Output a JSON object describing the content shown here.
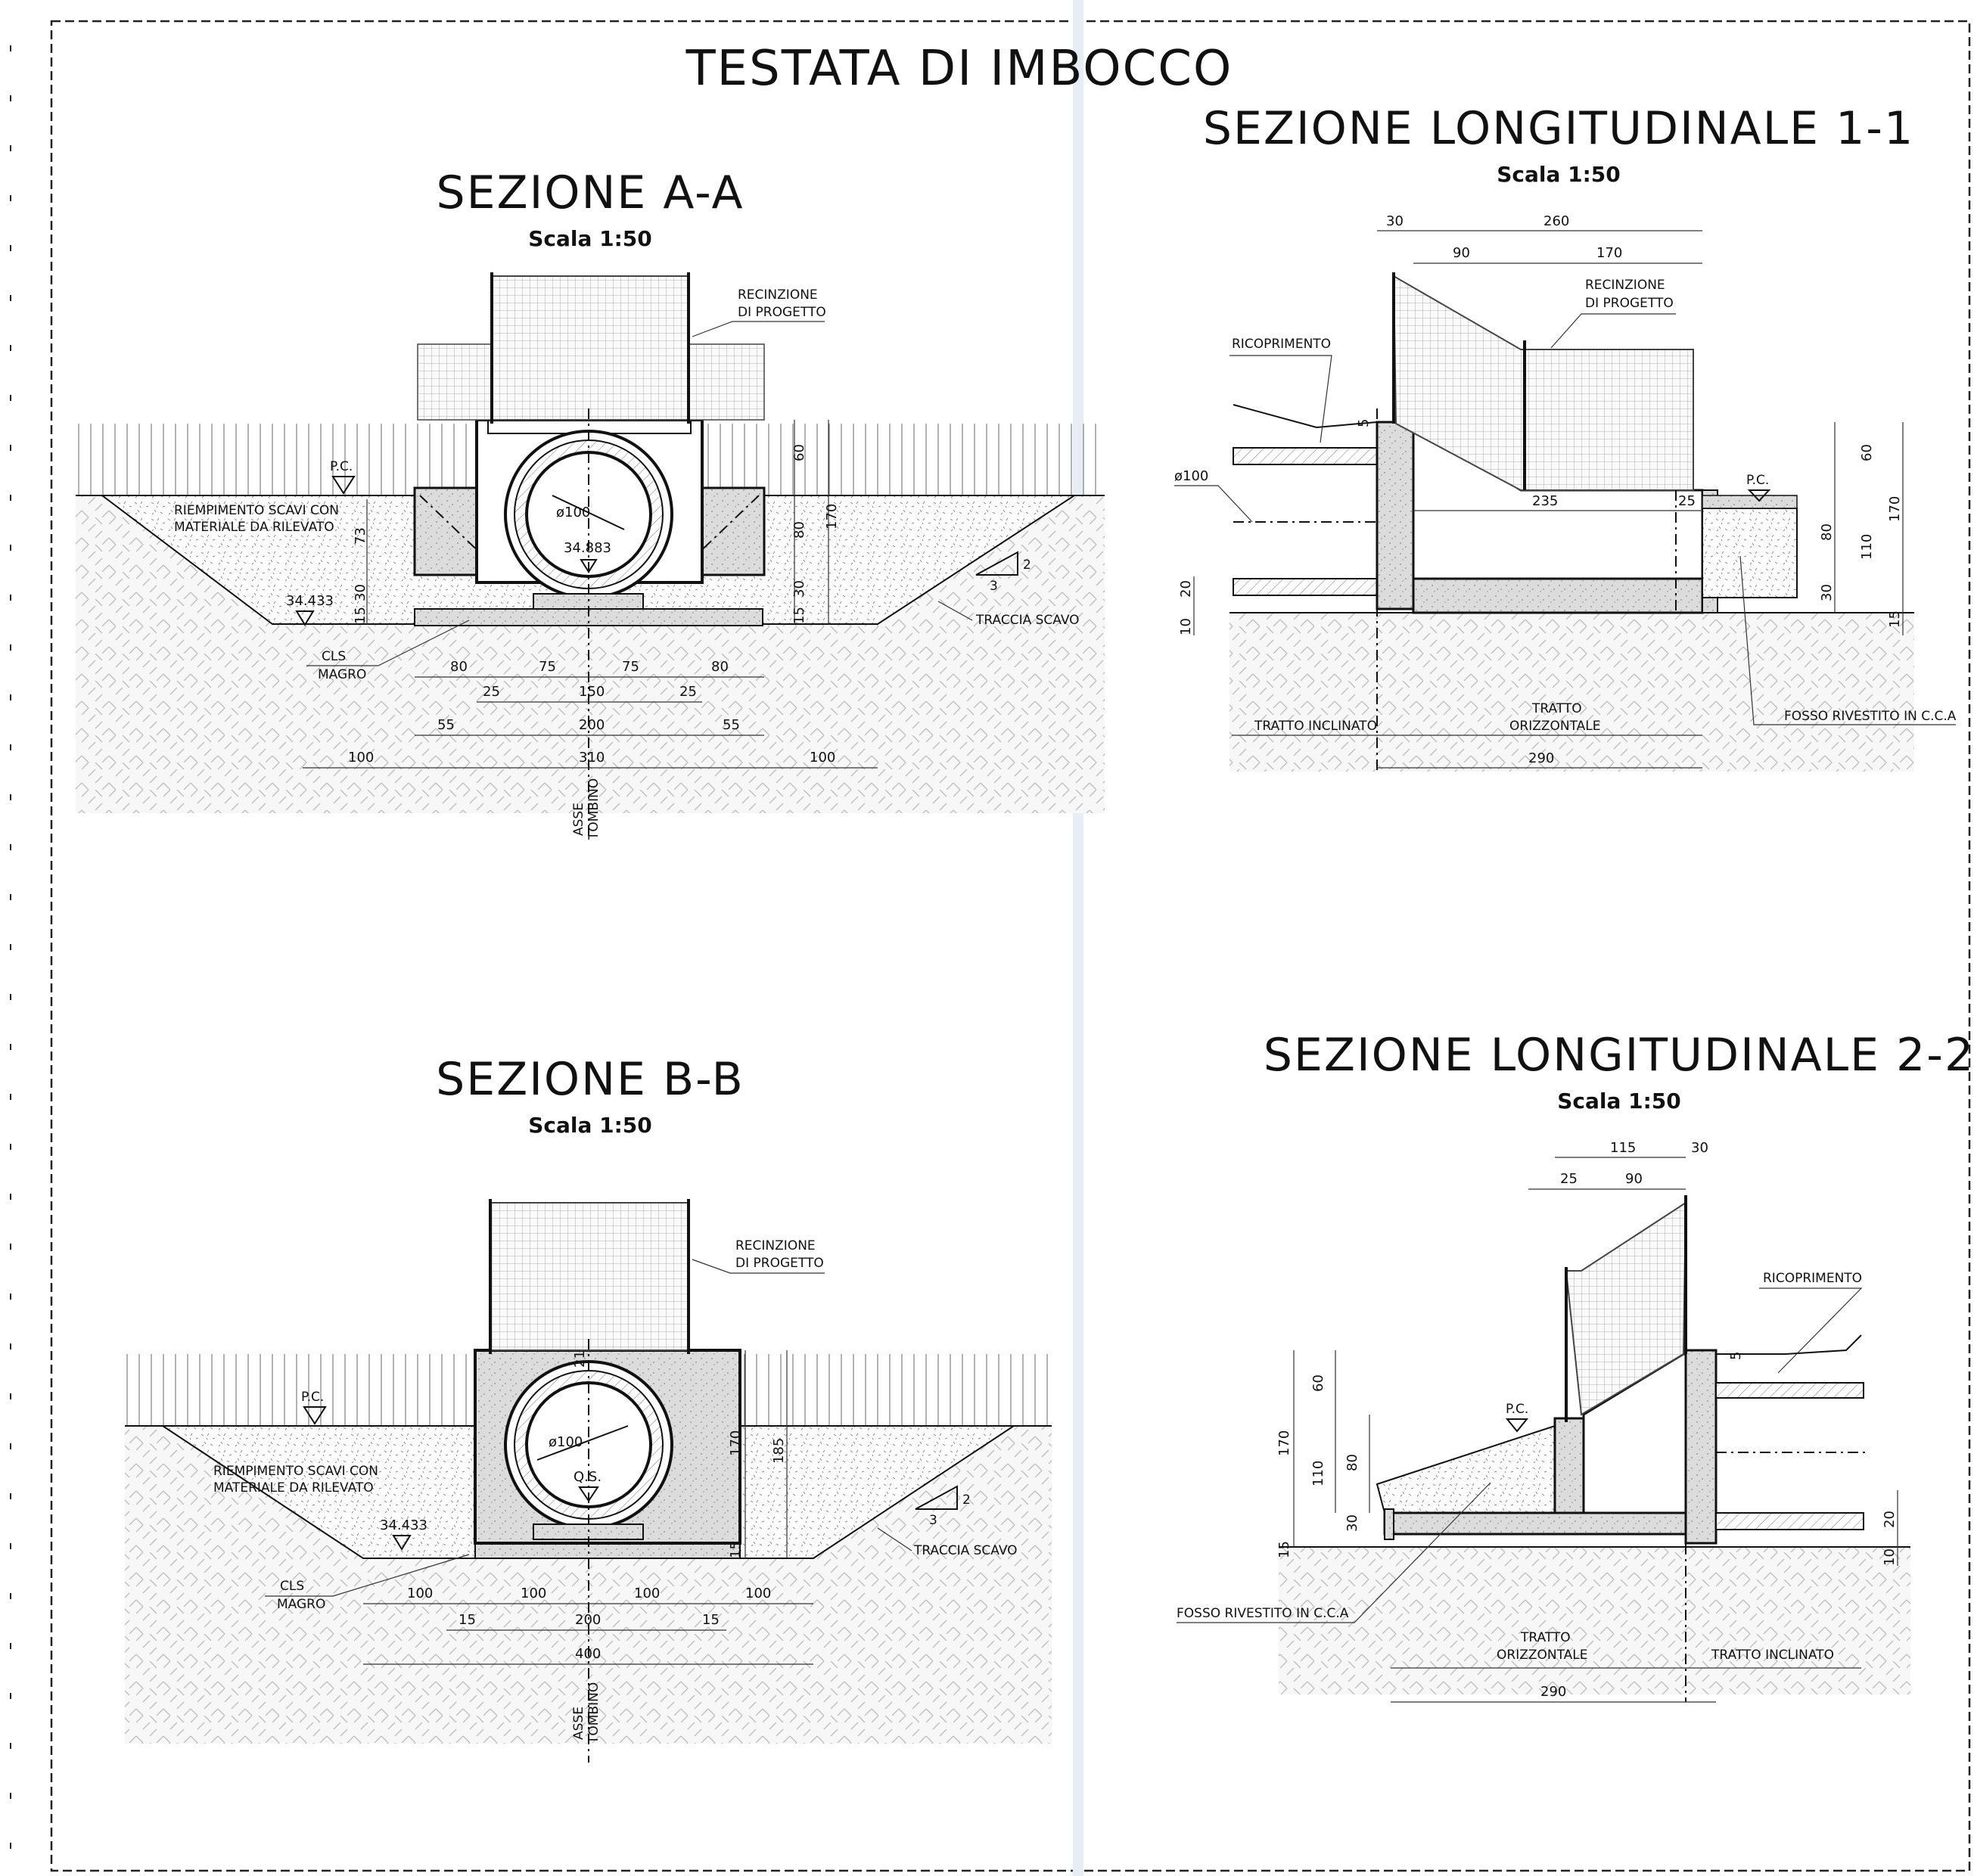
{
  "sheet": {
    "title": "TESTATA DI IMBOCCO"
  },
  "views": {
    "sez_aa": {
      "title": "SEZIONE A-A",
      "scale": "Scala 1:50",
      "labels": {
        "recinzione_1": "RECINZIONE",
        "recinzione_2": "DI PROGETTO",
        "pc": "P.C.",
        "riemp_1": "RIEMPIMENTO SCAVI CON",
        "riemp_2": "MATERIALE DA RILEVATO",
        "elev_1": "34.883",
        "elev_2": "34.433",
        "diam": "ø100",
        "cls_1": "CLS",
        "cls_2": "MAGRO",
        "traccia": "TRACCIA SCAVO",
        "asse_1": "ASSE",
        "asse_2": "TOMBINO",
        "slope_v": "2",
        "slope_h": "3"
      },
      "dims": [
        "60",
        "80",
        "30",
        "15",
        "170",
        "73",
        "30",
        "15",
        "80",
        "75",
        "75",
        "80",
        "25",
        "150",
        "25",
        "55",
        "200",
        "55",
        "100",
        "310",
        "100"
      ]
    },
    "sez_bb": {
      "title": "SEZIONE B-B",
      "scale": "Scala 1:50",
      "labels": {
        "recinzione_1": "RECINZIONE",
        "recinzione_2": "DI PROGETTO",
        "pc": "P.C.",
        "riemp_1": "RIEMPIMENTO SCAVI CON",
        "riemp_2": "MATERIALE DA RILEVATO",
        "elev": "34.433",
        "diam": "ø100",
        "qs": "Q.S.",
        "cls_1": "CLS",
        "cls_2": "MAGRO",
        "traccia": "TRACCIA SCAVO",
        "asse_1": "ASSE",
        "asse_2": "TOMBINO",
        "slope_v": "2",
        "slope_h": "3"
      },
      "dims": [
        "21",
        "170",
        "185",
        "15",
        "100",
        "100",
        "100",
        "100",
        "15",
        "200",
        "15",
        "400"
      ]
    },
    "sez_11": {
      "title": "SEZIONE LONGITUDINALE 1-1",
      "scale": "Scala 1:50",
      "labels": {
        "recinzione_1": "RECINZIONE",
        "recinzione_2": "DI PROGETTO",
        "ricoprimento": "RICOPRIMENTO",
        "diam": "ø100",
        "pc": "P.C.",
        "tratto_incl": "TRATTO INCLINATO",
        "tratto_orizz_1": "TRATTO",
        "tratto_orizz_2": "ORIZZONTALE",
        "fosso": "FOSSO RIVESTITO IN C.C.A"
      },
      "dims": [
        "30",
        "260",
        "90",
        "170",
        "5",
        "235",
        "25",
        "20",
        "10",
        "60",
        "80",
        "30",
        "110",
        "170",
        "15",
        "290"
      ]
    },
    "sez_22": {
      "title": "SEZIONE LONGITUDINALE 2-2",
      "scale": "Scala 1:50",
      "labels": {
        "ricoprimento": "RICOPRIMENTO",
        "pc": "P.C.",
        "fosso": "FOSSO RIVESTITO IN C.C.A",
        "tratto_orizz_1": "TRATTO",
        "tratto_orizz_2": "ORIZZONTALE",
        "tratto_incl": "TRATTO INCLINATO"
      },
      "dims": [
        "115",
        "30",
        "25",
        "90",
        "5",
        "60",
        "170",
        "110",
        "80",
        "30",
        "15",
        "20",
        "10",
        "290"
      ]
    }
  }
}
